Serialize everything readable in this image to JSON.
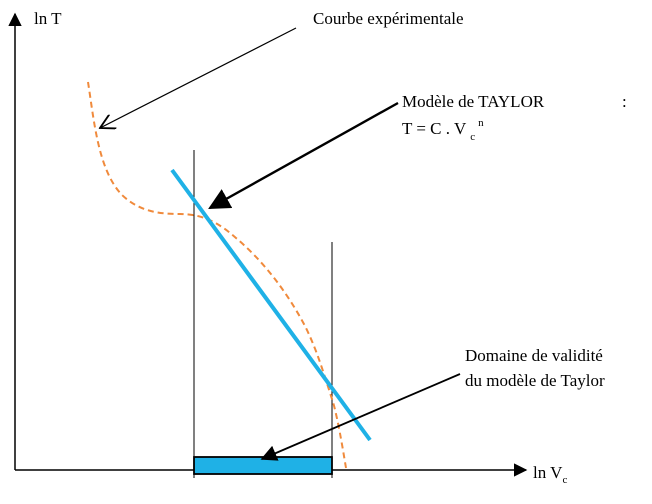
{
  "axes": {
    "y_label": "ln T",
    "x_label_main": "ln V",
    "x_label_sub": "c"
  },
  "labels": {
    "experimental_curve": "Courbe expérimentale",
    "taylor_model_title": "Modèle de TAYLOR",
    "taylor_model_colon": ":",
    "taylor_formula_main": "T = C . V",
    "taylor_formula_sub": "c",
    "taylor_formula_sup": "n",
    "validity_line1": "Domaine de validité",
    "validity_line2": "du modèle de Taylor"
  },
  "colors": {
    "experimental_curve": "#f08a3c",
    "taylor_line": "#1fb1e6",
    "validity_bar": "#1fb1e6",
    "axes": "#000000"
  }
}
